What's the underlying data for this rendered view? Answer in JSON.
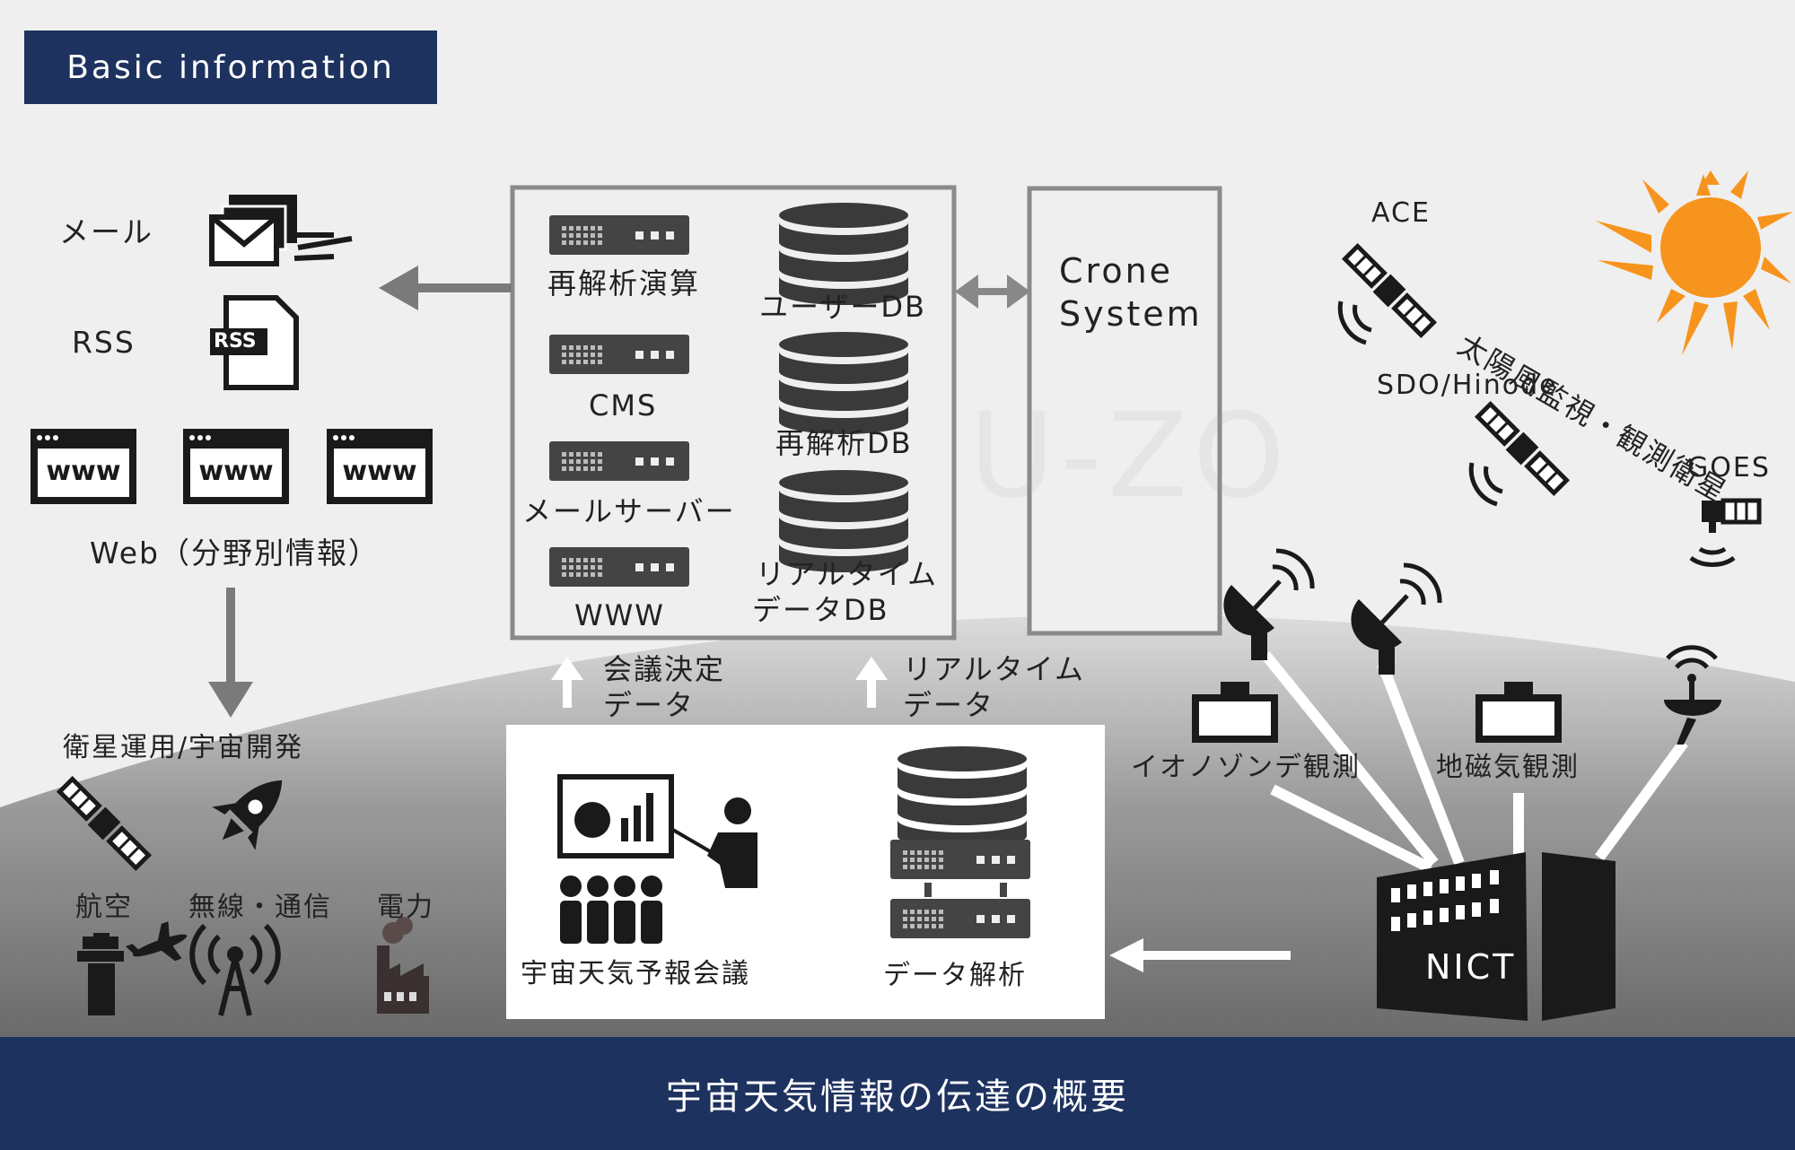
{
  "badge": "Basic information",
  "footer_title": "宇宙天気情報の伝達の概要",
  "delivery": {
    "mail": "メール",
    "rss": "RSS",
    "rss_icon_text": "RSS",
    "www_icon_text": "www",
    "web": "Web（分野別情報）"
  },
  "servers": {
    "reanalysis_calc": "再解析演算",
    "cms": "CMS",
    "mail_server": "メールサーバー",
    "www": "WWW",
    "user_db": "ユーザーDB",
    "reanalysis_db": "再解析DB",
    "realtime_db_line1": "リアルタイム",
    "realtime_db_line2": "データDB"
  },
  "crone": {
    "line1": "Crone",
    "line2": "System"
  },
  "flows": {
    "meeting_data_line1": "会議決定",
    "meeting_data_line2": "データ",
    "realtime_data_line1": "リアルタイム",
    "realtime_data_line2": "データ"
  },
  "users": {
    "satellite_space": "衛星運用/宇宙開発",
    "aviation": "航空",
    "radio": "無線・通信",
    "power": "電力"
  },
  "processing": {
    "forecast_meeting": "宇宙天気予報会議",
    "data_analysis": "データ解析"
  },
  "observation": {
    "ace": "ACE",
    "sdo": "SDO/Hinode",
    "goes": "GOES",
    "solar_wind": "太陽風監視・観測衛星",
    "ionosonde": "イオノゾンデ観測",
    "geomagnetic": "地磁気観測",
    "nict": "NICT"
  },
  "colors": {
    "navy": "#1e3260",
    "sun": "#f7941d",
    "icon": "#1a1a1a",
    "server": "#3a3a3a",
    "arrow": "#777777"
  },
  "icons": [
    "mail-stack-icon",
    "rss-file-icon",
    "www-window-icon",
    "database-icon",
    "server-rack-icon",
    "satellite-icon",
    "rocket-icon",
    "control-tower-icon",
    "airplane-icon",
    "radio-tower-icon",
    "factory-icon",
    "presenter-icon",
    "audience-icon",
    "sun-icon",
    "parabolic-antenna-icon",
    "ionosonde-station-icon",
    "magnetometer-icon",
    "building-icon"
  ]
}
